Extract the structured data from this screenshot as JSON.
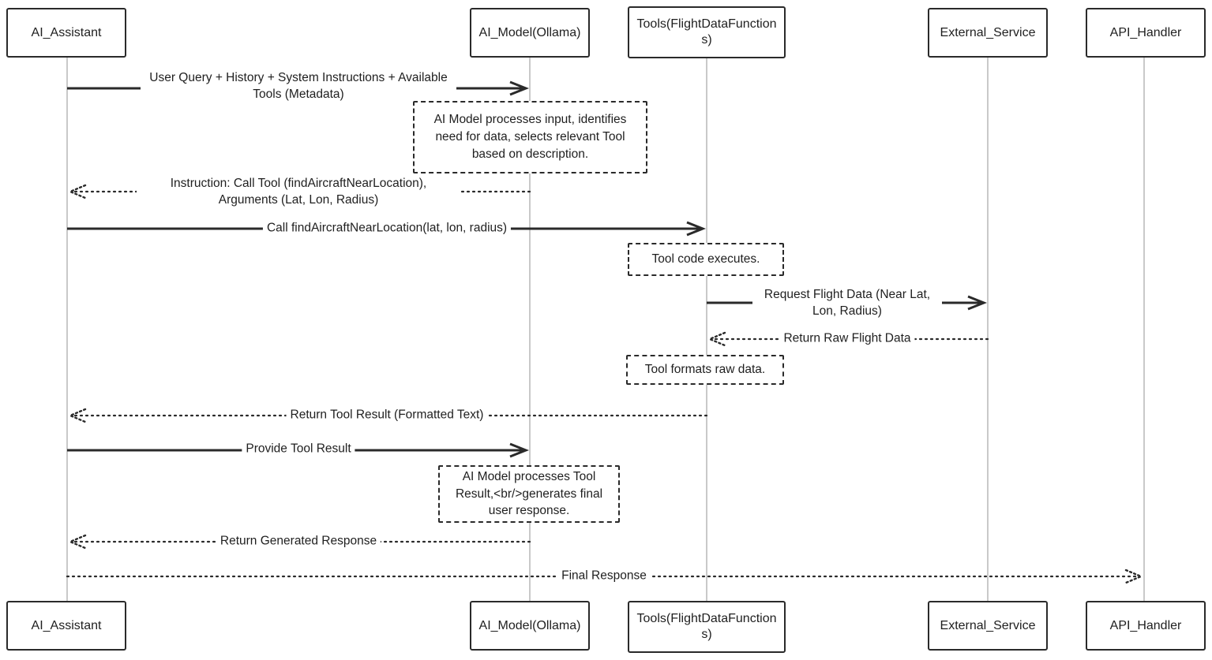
{
  "participants": [
    {
      "name": "AI_Assistant"
    },
    {
      "name": "AI_Model(Ollama)"
    },
    {
      "name": "Tools(FlightDataFunctions)"
    },
    {
      "name": "External_Service"
    },
    {
      "name": "API_Handler"
    }
  ],
  "messages": [
    {
      "from": "AI_Assistant",
      "to": "AI_Model(Ollama)",
      "line": "solid",
      "text": "User Query + History + System Instructions + Available Tools (Metadata)"
    },
    {
      "from": "AI_Model(Ollama)",
      "to": "AI_Assistant",
      "line": "dotted",
      "text": "Instruction: Call Tool (findAircraftNearLocation), Arguments (Lat, Lon, Radius)"
    },
    {
      "from": "AI_Assistant",
      "to": "Tools(FlightDataFunctions)",
      "line": "solid",
      "text": "Call findAircraftNearLocation(lat, lon, radius)"
    },
    {
      "from": "Tools(FlightDataFunctions)",
      "to": "External_Service",
      "line": "solid",
      "text": "Request Flight Data (Near Lat, Lon, Radius)"
    },
    {
      "from": "External_Service",
      "to": "Tools(FlightDataFunctions)",
      "line": "dotted",
      "text": "Return Raw Flight Data"
    },
    {
      "from": "Tools(FlightDataFunctions)",
      "to": "AI_Assistant",
      "line": "dotted",
      "text": "Return Tool Result (Formatted Text)"
    },
    {
      "from": "AI_Assistant",
      "to": "AI_Model(Ollama)",
      "line": "solid",
      "text": "Provide Tool Result"
    },
    {
      "from": "AI_Model(Ollama)",
      "to": "AI_Assistant",
      "line": "dotted",
      "text": "Return Generated Response"
    },
    {
      "from": "AI_Assistant",
      "to": "API_Handler",
      "line": "dotted",
      "text": "Final Response"
    }
  ],
  "notes": [
    {
      "over": "AI_Model(Ollama)",
      "text": "AI Model processes input, identifies need for data, selects relevant Tool based on description."
    },
    {
      "over": "Tools(FlightDataFunctions)",
      "text": "Tool code executes."
    },
    {
      "over": "Tools(FlightDataFunctions)",
      "text": "Tool formats raw data."
    },
    {
      "over": "AI_Model(Ollama)",
      "text": "AI Model processes Tool Result,<br/>generates final user response."
    }
  ],
  "colors": {
    "stroke": "#2a2a2a",
    "lifeline": "#c9c9c9",
    "background": "#ffffff",
    "text": "#1f1f1f"
  }
}
